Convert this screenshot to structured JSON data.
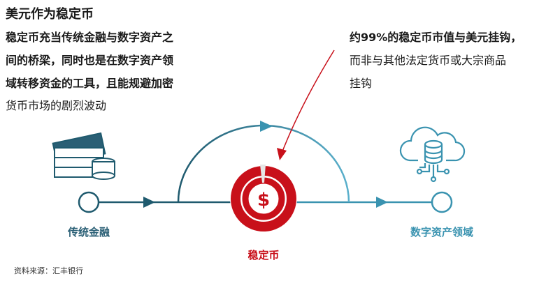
{
  "title": "美元作为稳定币",
  "left_text": [
    "稳定币充当传统金融与数字资产之",
    "间的桥梁，同时也是在数字资产领",
    "域转移资金的工具，且能规避加密",
    "货币市场的剧烈波动"
  ],
  "right_text": [
    "约99%的稳定币市值与美元挂钩，",
    "而非与其他法定货币或大宗商品",
    "挂钩"
  ],
  "nodes": {
    "left": "传统金融",
    "center": "稳定币",
    "right": "数字资产领域"
  },
  "center_symbol": "$",
  "usd_share_percent": 99,
  "source": "资料来源：汇丰银行",
  "colors": {
    "red": "#c8101a",
    "teal": "#3a93b0",
    "dark_teal": "#1f5a6e"
  }
}
